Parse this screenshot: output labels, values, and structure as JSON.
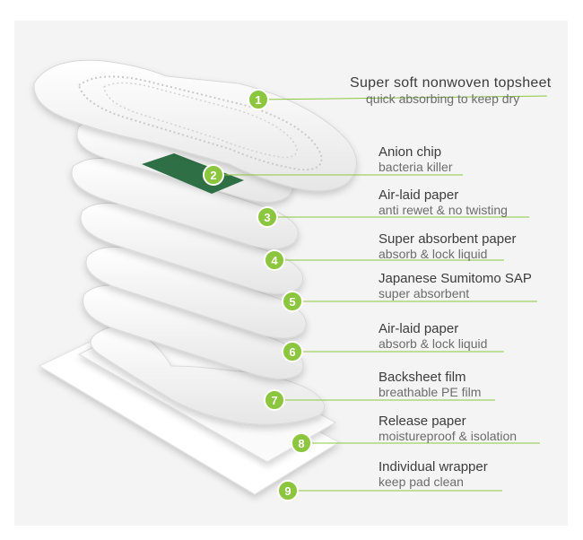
{
  "accent_color": "#8cc63f",
  "chip_color": "#2e6f45",
  "layers": [
    {
      "num": "1",
      "title": "Super soft nonwoven topsheet",
      "subtitle": "quick absorbing to keep dry"
    },
    {
      "num": "2",
      "title": "Anion chip",
      "subtitle": "bacteria killer"
    },
    {
      "num": "3",
      "title": "Air-laid paper",
      "subtitle": "anti rewet & no twisting"
    },
    {
      "num": "4",
      "title": "Super absorbent paper",
      "subtitle": "absorb & lock liquid"
    },
    {
      "num": "5",
      "title": "Japanese Sumitomo SAP",
      "subtitle": "super absorbent"
    },
    {
      "num": "6",
      "title": "Air-laid paper",
      "subtitle": "absorb & lock liquid"
    },
    {
      "num": "7",
      "title": "Backsheet film",
      "subtitle": "breathable PE film"
    },
    {
      "num": "8",
      "title": "Release paper",
      "subtitle": "moistureproof & isolation"
    },
    {
      "num": "9",
      "title": "Individual wrapper",
      "subtitle": "keep pad clean"
    }
  ]
}
